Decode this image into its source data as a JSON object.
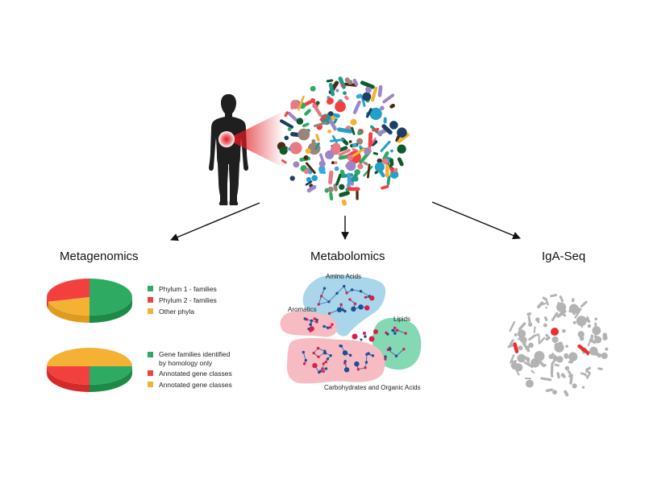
{
  "colors": {
    "green": "#2eaa62",
    "green_dark": "#1e8a48",
    "red": "#f2403f",
    "red_dark": "#d42a2a",
    "yellow": "#f4b134",
    "yellow_dark": "#de9b20",
    "node_blue": "#1c4f93",
    "node_red": "#d8204a",
    "edge": "#3e6eb0",
    "region_blue": "#a9d6ea",
    "region_pink": "#f7bcc3",
    "region_green": "#84d8b3",
    "iga_gray": "#b3b3b3",
    "iga_red": "#ee2e2e",
    "body": "#1f1f1f",
    "beam": "#e01a22",
    "microbe_palette": [
      "#f2403f",
      "#2eaa62",
      "#1e9a8c",
      "#f4b134",
      "#1c3f63",
      "#3aa8e0",
      "#9a8578",
      "#e67a85",
      "#0f5a2a",
      "#4a2a14",
      "#9d86c8",
      "#23a0c9"
    ]
  },
  "center": {
    "human_figure": "human silhouette with gut highlighted",
    "microbiome_cloud": "gut microbiome"
  },
  "panels": {
    "metagenomics": {
      "title": "Metagenomics",
      "pie1": {
        "slices": [
          {
            "label": "Phylum 1 - families",
            "value": 50,
            "color": "green"
          },
          {
            "label": "Other phyla",
            "value": 21,
            "color": "yellow"
          },
          {
            "label": "Phylum 2 - families",
            "value": 29,
            "color": "red"
          }
        ],
        "legend": [
          {
            "label": "Phylum 1 - families",
            "color": "green"
          },
          {
            "label": "Phylum 2 - families",
            "color": "red"
          },
          {
            "label": "Other phyla",
            "color": "yellow"
          }
        ]
      },
      "pie2": {
        "slices": [
          {
            "label": "Gene families identified by homology only",
            "value": 25,
            "color": "green"
          },
          {
            "label": "Annotated gene classes",
            "value": 25,
            "color": "red"
          },
          {
            "label": "Annotated gene classes",
            "value": 50,
            "color": "yellow"
          }
        ],
        "legend": [
          {
            "label_line1": "Gene families identified",
            "label_line2": "by homology only",
            "color": "green"
          },
          {
            "label": "Annotated gene classes",
            "color": "red"
          },
          {
            "label": "Annotated gene classes",
            "color": "yellow"
          }
        ]
      }
    },
    "metabolomics": {
      "title": "Metabolomics",
      "regions": {
        "amino_acids": "Amino Acids",
        "aromatics": "Aromatics",
        "lipids": "Lipids",
        "carbohydrates": "Carbohydrates and Organic Acids"
      }
    },
    "igaseq": {
      "title": "IgA-Seq"
    }
  }
}
